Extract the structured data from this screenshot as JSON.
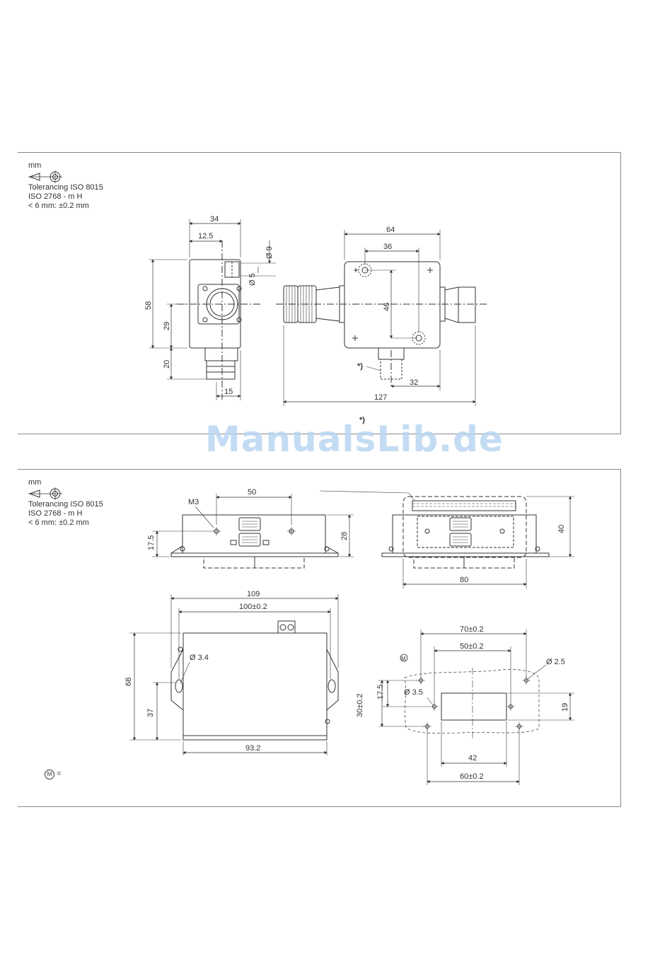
{
  "tolerance_block": {
    "unit": "mm",
    "line1": "Tolerancing ISO 8015",
    "line2": "ISO 2768 - m H",
    "line3": "< 6 mm: ±0.2 mm"
  },
  "top_drawing": {
    "dims_left": {
      "w34": "34",
      "w12_5": "12.5",
      "d9": "Ø 9",
      "d5": "Ø 5",
      "h58": "58",
      "h29": "29",
      "h20": "20",
      "w15": "15"
    },
    "dims_right": {
      "w64": "64",
      "w36": "36",
      "h46": "46",
      "w32": "32",
      "w127": "127"
    },
    "note_star": "*)",
    "footnote_star": "*)"
  },
  "bottom_drawing": {
    "front": {
      "m3": "M3",
      "w50": "50",
      "h17_5": "17.5",
      "h28": "28"
    },
    "front_right": {
      "h40": "40",
      "w80": "80"
    },
    "plan": {
      "w109": "109",
      "w100": "100±0.2",
      "d3_4": "Ø 3.4",
      "h68": "68",
      "h37": "37",
      "w93_2": "93.2"
    },
    "mount": {
      "w70": "70±0.2",
      "w50": "50±0.2",
      "d2_5": "Ø 2.5",
      "d3_5": "Ø 3.5",
      "h17_5": "17.5",
      "h30": "30±0.2",
      "h19": "19",
      "w42": "42",
      "w60": "60±0.2"
    }
  },
  "legend": {
    "symbol": "M",
    "equals": "="
  },
  "watermark": "ManualsLib.de"
}
